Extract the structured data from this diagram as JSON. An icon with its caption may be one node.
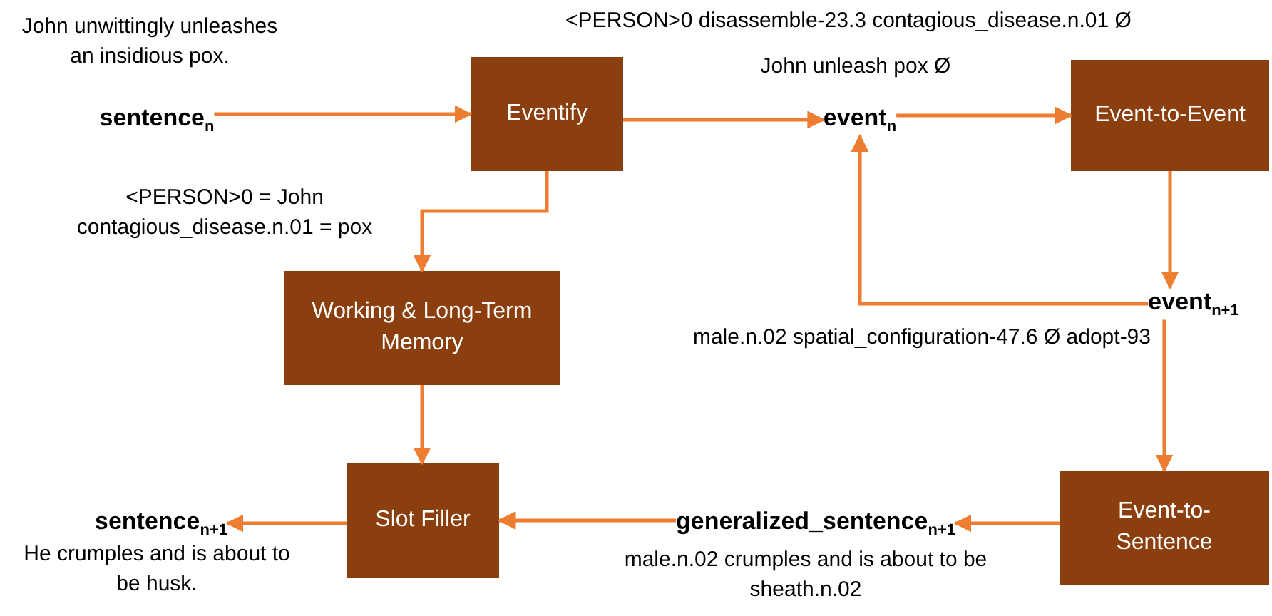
{
  "diagram": {
    "nodes": [
      {
        "text": [
          "sentence$_{n}$"
        ],
        "beside": [
          "John unwittingly unleashes an insidious pox."
        ]
      },
      {
        "text": [
          "Eventify"
        ]
      },
      {
        "text": [
          "event$_{n}$"
        ],
        "beside": [
          "<PERSON>0 disassemble-23.3 contagious_disease.n.01 Ø",
          "John unleash pox Ø"
        ]
      },
      {
        "text": [
          "Event-to-Event"
        ]
      },
      {
        "text": [
          "event$_{n+1}$"
        ],
        "beside": [
          "male.n.02 spatial_configuration-47.6 Ø adopt-93"
        ]
      },
      {
        "text": [
          "Working & Long-Term Memory"
        ]
      },
      {
        "text": [
          "Event-to-Sentence"
        ]
      },
      {
        "text": [
          "generalized_sentence$_{n+1}$"
        ],
        "beside": [
          "male.n.02 crumples and is about to be sheath.n.02"
        ]
      },
      {
        "text": [
          "Slot Filler"
        ]
      },
      {
        "text": [
          "sentence$_{n+1}$"
        ],
        "beside": [
          "He crumples and is about to be husk."
        ]
      }
    ],
    "edges": [
      {
        "from": 0,
        "to": 1,
        "arrow": "to"
      },
      {
        "from": 1,
        "to": 2,
        "arrow": "to"
      },
      {
        "from": 2,
        "to": 3,
        "arrow": "to"
      },
      {
        "from": 3,
        "to": 4,
        "arrow": "to"
      },
      {
        "from": 4,
        "to": 2,
        "arrow": "to"
      },
      {
        "from": 1,
        "to": 5,
        "arrow": "to",
        "label": "<PERSON>0 = John contagious_disease.n.01 = pox"
      },
      {
        "from": 4,
        "to": 6,
        "arrow": "to"
      },
      {
        "from": 6,
        "to": 7,
        "arrow": "to"
      },
      {
        "from": 7,
        "to": 8,
        "arrow": "to"
      },
      {
        "from": 5,
        "to": 8,
        "arrow": "to"
      },
      {
        "from": 8,
        "to": 9,
        "arrow": "to"
      }
    ]
  }
}
